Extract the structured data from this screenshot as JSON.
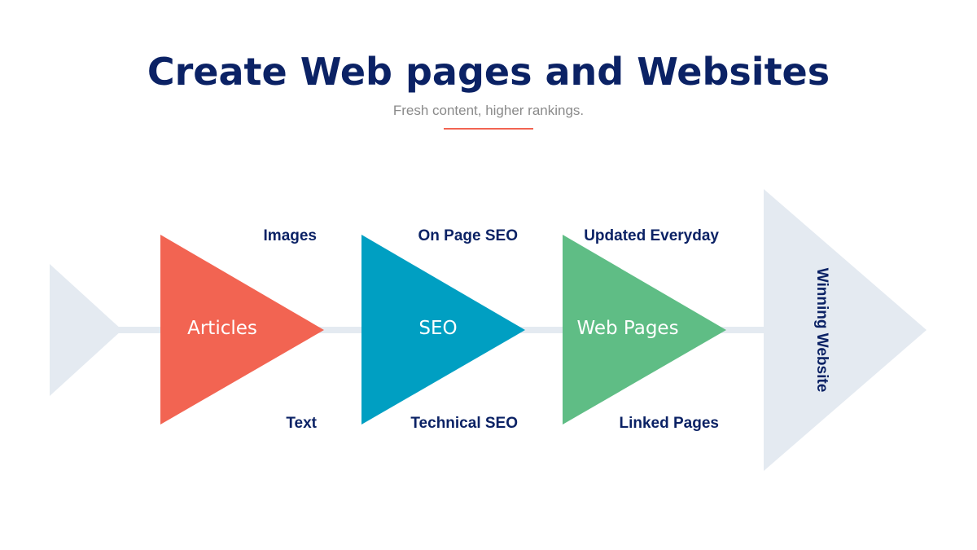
{
  "header": {
    "title": "Create Web pages and Websites",
    "subtitle": "Fresh content, higher rankings."
  },
  "stages": [
    {
      "label": "Articles",
      "top_label": "Images",
      "bottom_label": "Text",
      "color": "#f26452"
    },
    {
      "label": "SEO",
      "top_label": "On Page SEO",
      "bottom_label": "Technical SEO",
      "color": "#009fc2"
    },
    {
      "label": "Web Pages",
      "top_label": "Updated Everyday",
      "bottom_label": "Linked Pages",
      "color": "#5fbd85"
    }
  ],
  "goal": {
    "label": "Winning Website",
    "color": "#e4eaf1"
  },
  "colors": {
    "title": "#0b2265",
    "accent": "#f26452",
    "connector": "#e4eaf1"
  }
}
